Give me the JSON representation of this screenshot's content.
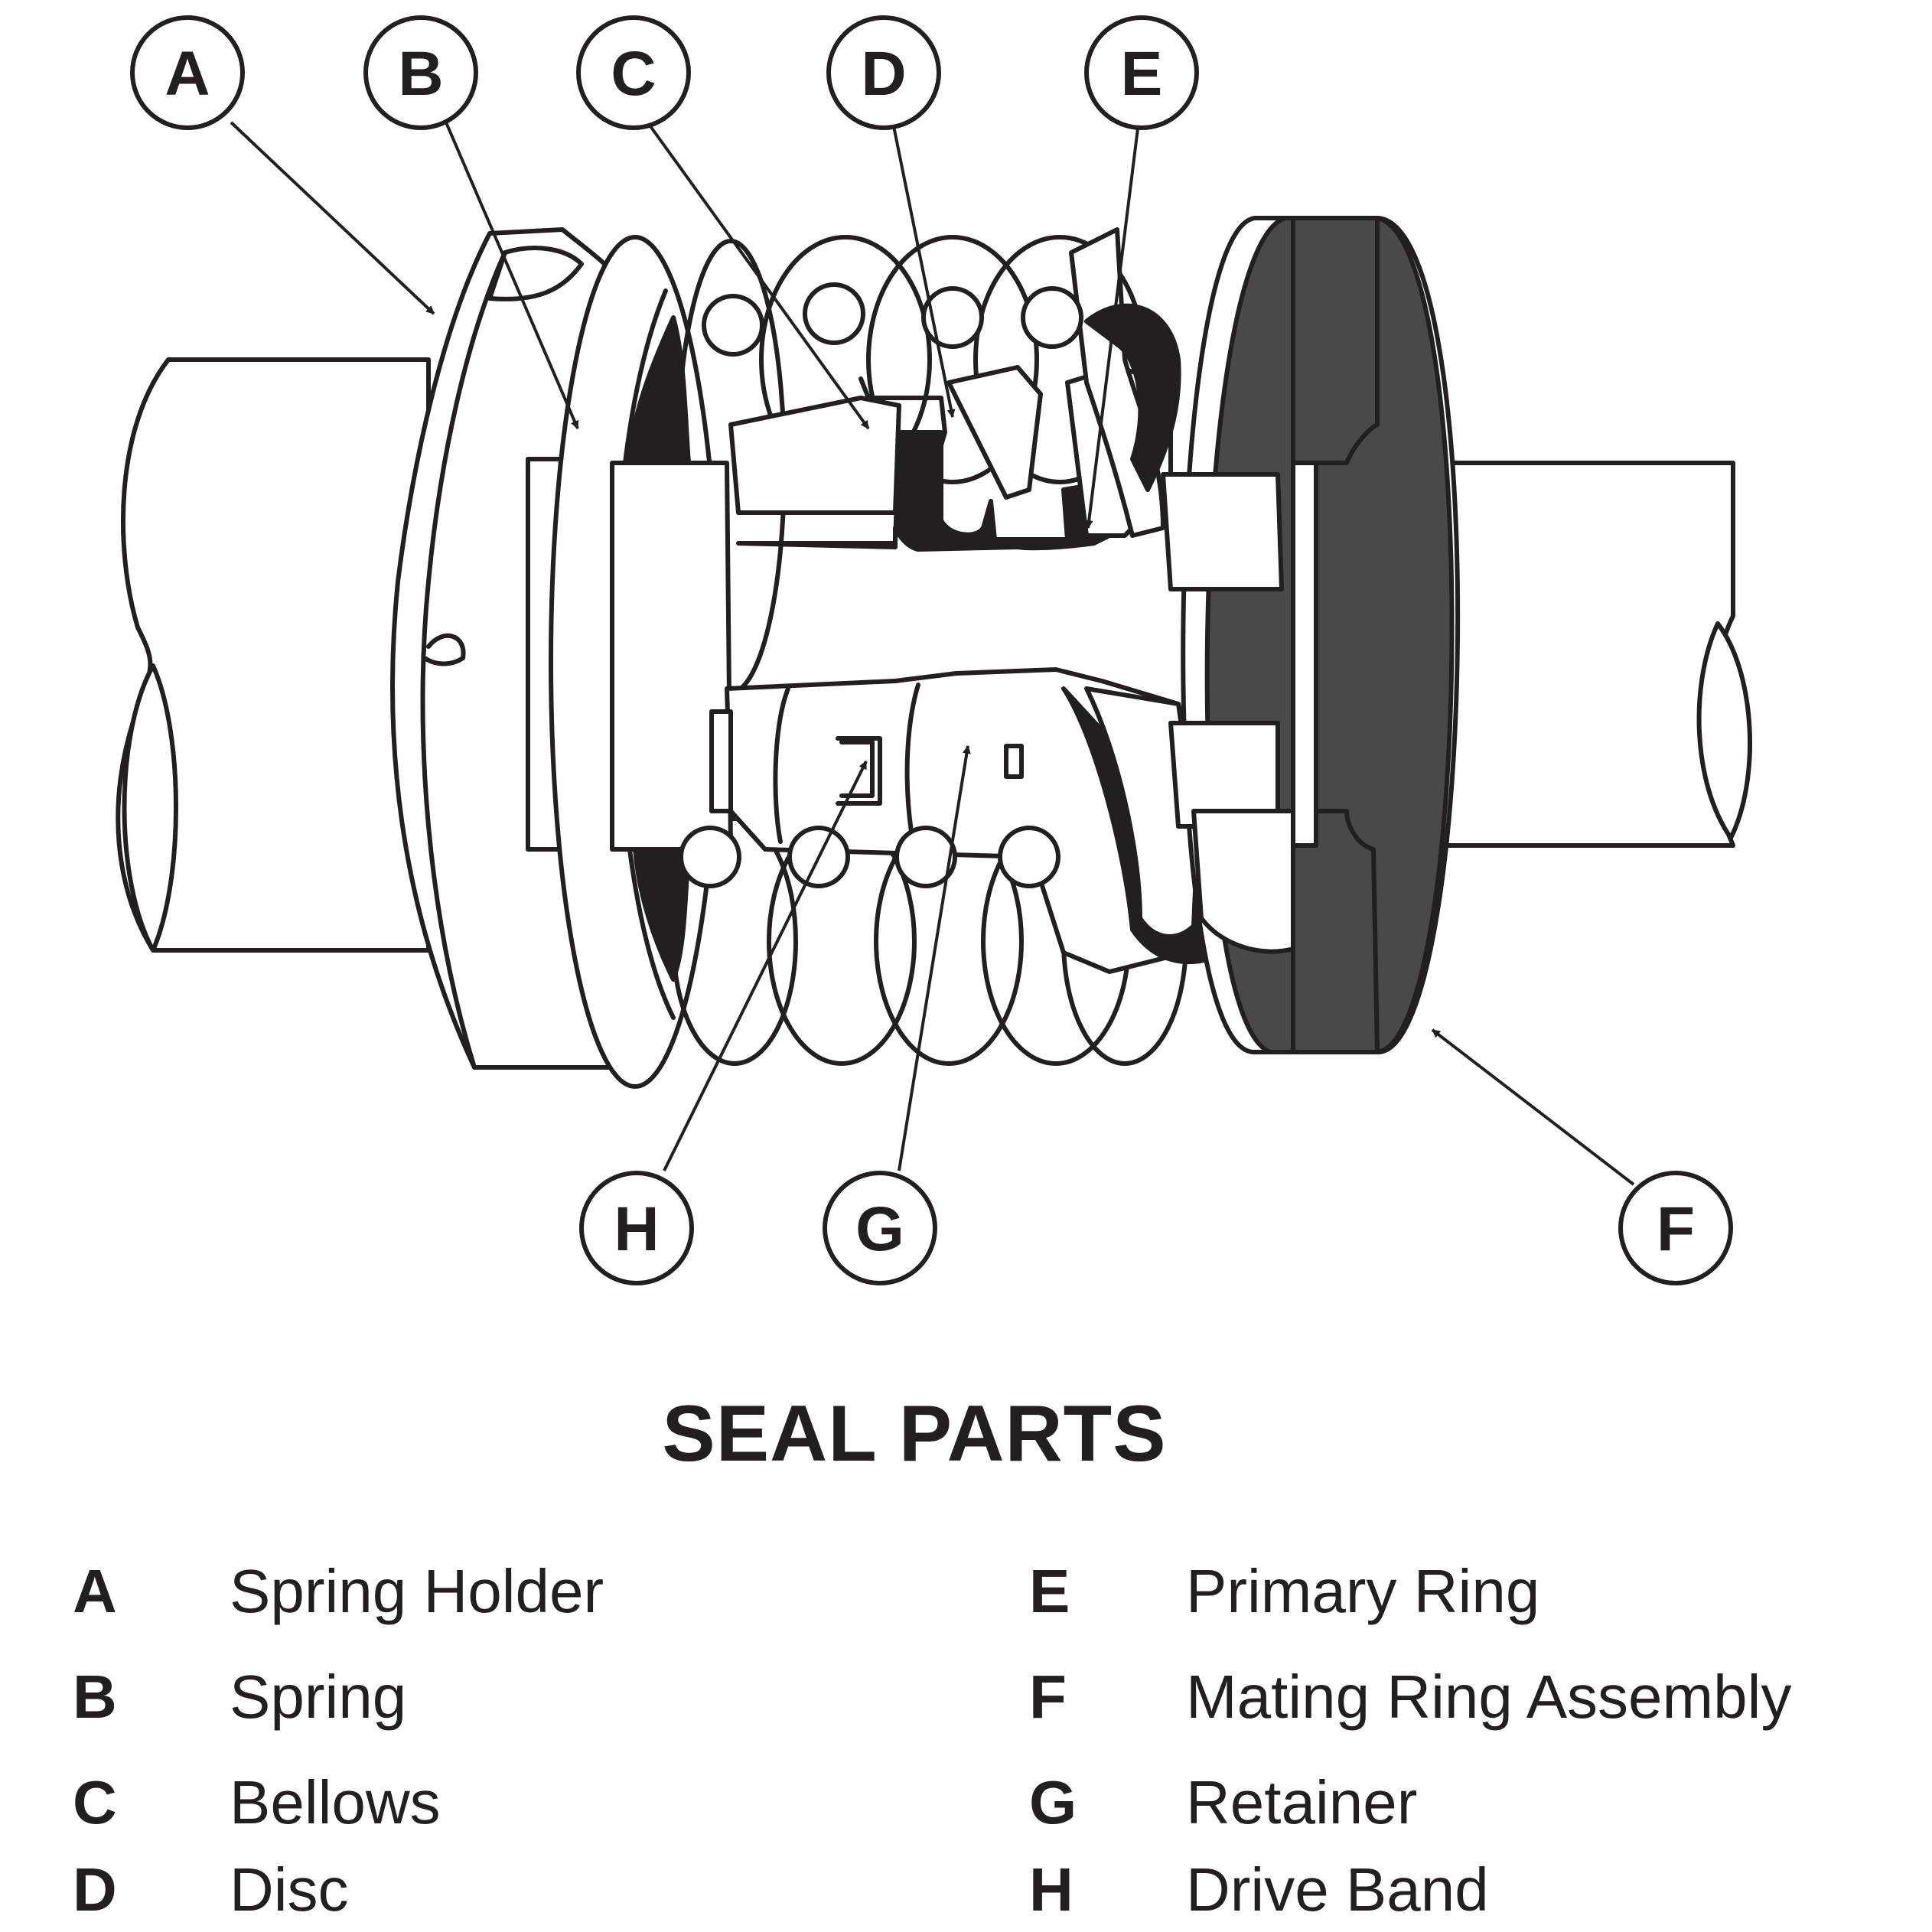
{
  "diagram": {
    "title": "SEAL PARTS",
    "callouts": [
      "A",
      "B",
      "C",
      "D",
      "E",
      "F",
      "G",
      "H"
    ],
    "colors": {
      "ink": "#231f20",
      "mating_ring": "#4a4849",
      "paper": "#ffffff"
    }
  },
  "legend": [
    {
      "letter": "A",
      "name": "Spring Holder"
    },
    {
      "letter": "B",
      "name": "Spring"
    },
    {
      "letter": "C",
      "name": "Bellows"
    },
    {
      "letter": "D",
      "name": "Disc"
    },
    {
      "letter": "E",
      "name": "Primary Ring"
    },
    {
      "letter": "F",
      "name": "Mating Ring Assembly"
    },
    {
      "letter": "G",
      "name": "Retainer"
    },
    {
      "letter": "H",
      "name": "Drive Band"
    }
  ]
}
